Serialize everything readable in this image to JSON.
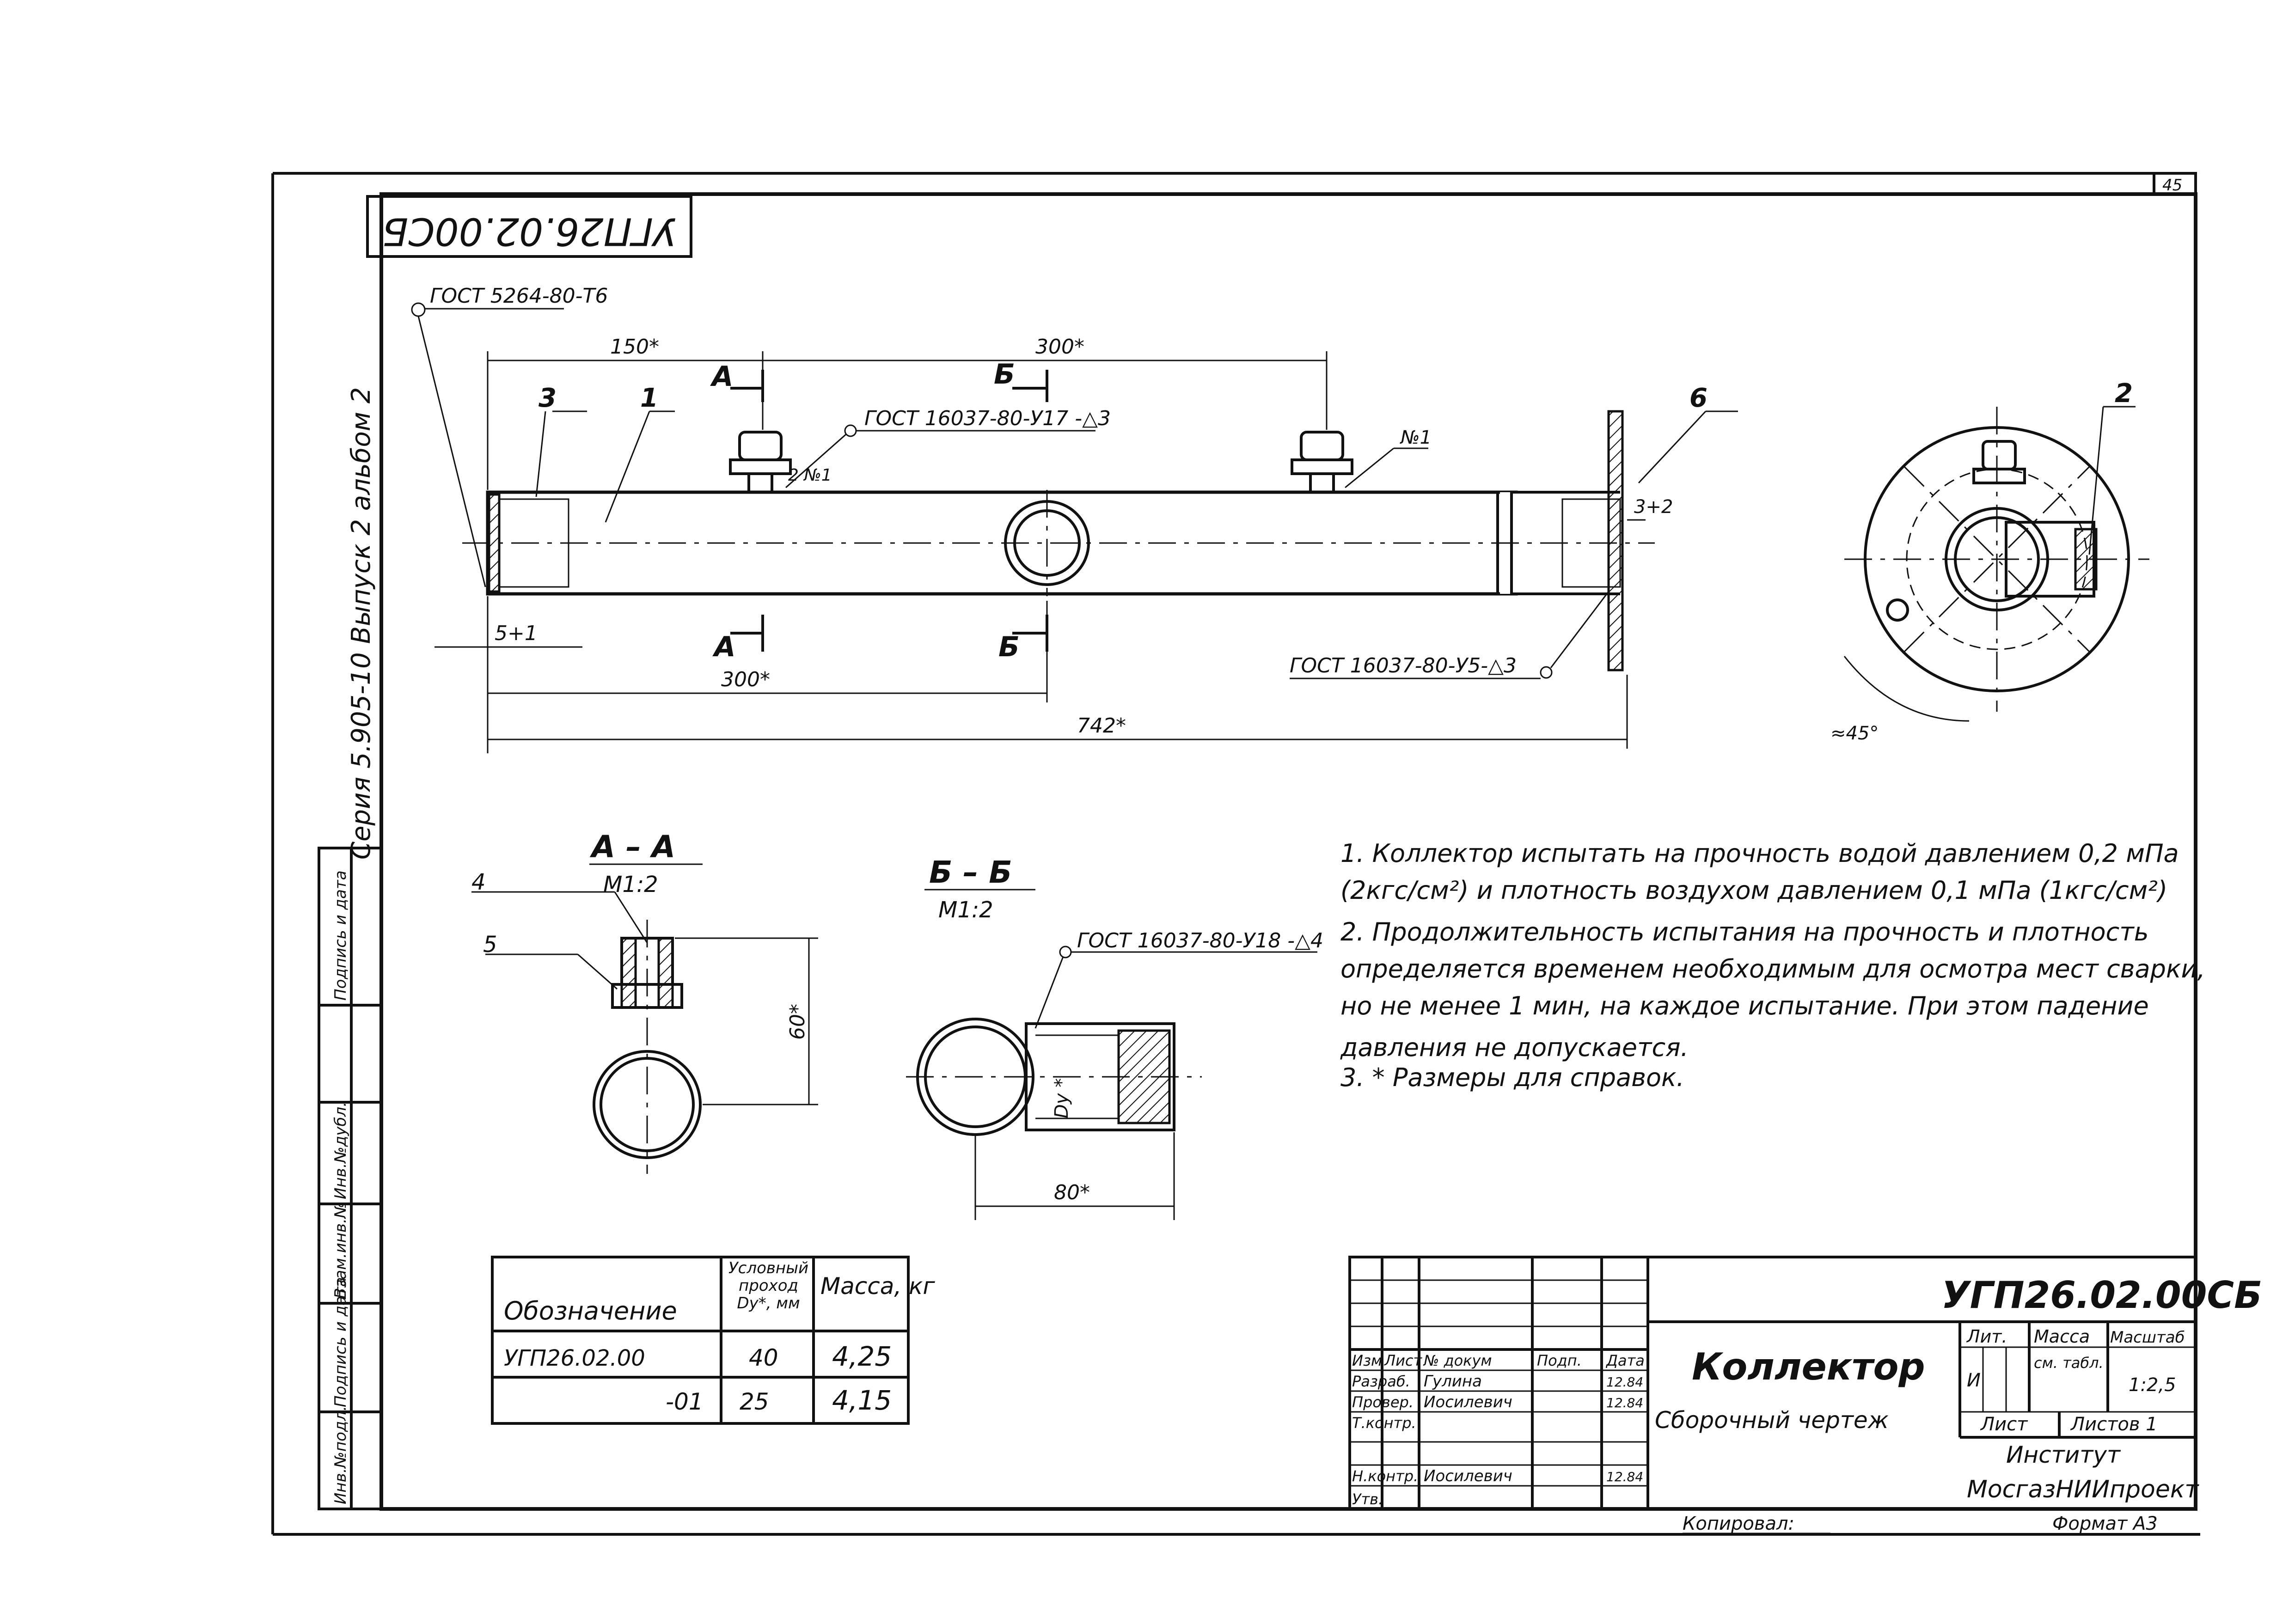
{
  "sheet_number": "45",
  "stamp_rotated": "УГП26.02.00СБ",
  "top_weld_ref": "ГОСТ 5264-80-Т6",
  "series_label": "Серия 5.905-10 Выпуск 2 альбом 2",
  "main_view": {
    "dim_150": "150*",
    "dim_300_top": "300*",
    "dim_300_bottom": "300*",
    "dim_742": "742*",
    "dim_5": "5+1",
    "dim_3": "3+2",
    "section_A": "А",
    "section_B": "Б",
    "callout_1": "1",
    "callout_3": "3",
    "callout_6": "6",
    "weld_main": "ГОСТ 16037-80-У17 -△3",
    "weld_flange": "ГОСТ 16037-80-У5-△3",
    "weld_no1_a": "2 №1",
    "weld_no1_b": "№1"
  },
  "side_view": {
    "callout_2": "2",
    "angle": "≈45°"
  },
  "section_aa": {
    "title": "А – А",
    "scale": "М1:2",
    "callout_4": "4",
    "callout_5": "5",
    "dim_60": "60*"
  },
  "section_bb": {
    "title": "Б – Б",
    "scale": "М1:2",
    "weld": "ГОСТ 16037-80-У18 -△4",
    "dim_80": "80*",
    "dim_dy": "Dy *"
  },
  "notes": [
    "1. Коллектор испытать на прочность водой давлением 0,2 мПа",
    "(2кгс/см²) и плотность воздухом давлением 0,1 мПа (1кгс/см²)",
    "2. Продолжительность испытания на прочность и плотность",
    "определяется временем необходимым для осмотра мест сварки,",
    "но не менее 1 мин, на каждое испытание. При этом падение",
    "давления не допускается.",
    "3. * Размеры для справок."
  ],
  "table": {
    "headers": [
      "Обозначение",
      "Условный проход Dy*, мм",
      "Масса, кг"
    ],
    "rows": [
      [
        "УГП26.02.00",
        "40",
        "4,25"
      ],
      [
        "-01",
        "25",
        "4,15"
      ]
    ]
  },
  "left_strip": [
    "Инв.№подл.",
    "Подпись и дата",
    "Взам.инв.№",
    "Инв.№дубл.",
    "Подпись и дата"
  ],
  "title_block": {
    "code": "УГП26.02.00СБ",
    "name": "Коллектор",
    "doc_type": "Сборочный чертеж",
    "col_headers": [
      "Изм",
      "Лист",
      "№ докум",
      "Подп.",
      "Дата"
    ],
    "rows": [
      [
        "Разраб.",
        "Гулина",
        "",
        "12.84"
      ],
      [
        "Провер.",
        "Иосилевич",
        "",
        "12.84"
      ],
      [
        "Т.контр.",
        "",
        "",
        ""
      ],
      [
        "",
        "",
        "",
        ""
      ],
      [
        "Н.контр.",
        "Иосилевич",
        "",
        "12.84"
      ],
      [
        "Утв.",
        "",
        "",
        ""
      ]
    ],
    "lit_label": "Лит.",
    "mass_label": "Масса",
    "scale_label": "Масштаб",
    "lit_value": "И",
    "mass_value": "см. табл.",
    "scale_value": "1:2,5",
    "sheet_label": "Лист",
    "sheets_label": "Листов 1",
    "org_line1": "Институт",
    "org_line2": "МосгазНИИпроект",
    "copied": "Копировал:",
    "format": "Формат А3"
  }
}
